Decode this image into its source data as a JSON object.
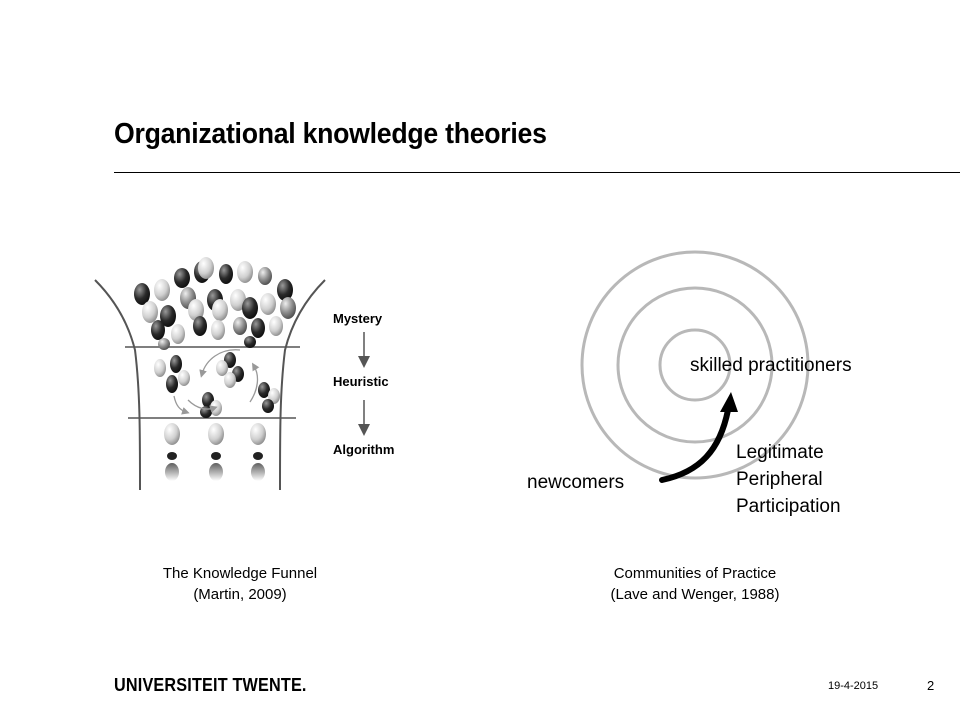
{
  "slide": {
    "title": "Organizational knowledge theories",
    "date": "19-4-2015",
    "page_number": "2",
    "logo_text": "UNIVERSITEIT TWENTE."
  },
  "funnel": {
    "stages": [
      "Mystery",
      "Heuristic",
      "Algorithm"
    ],
    "caption_line1": "The Knowledge Funnel",
    "caption_line2": "(Martin, 2009)"
  },
  "communities": {
    "center_label": "skilled practitioners",
    "outer_label": "newcomers",
    "arrow_label_lines": [
      "Legitimate",
      "Peripheral",
      "Participation"
    ],
    "caption_line1": "Communities of Practice",
    "caption_line2": "(Lave and Wenger, 1988)"
  },
  "colors": {
    "ring": "#b8b8b8",
    "arrow": "#000000",
    "funnel_outline": "#555555",
    "cycle_arrows": "#999999"
  }
}
